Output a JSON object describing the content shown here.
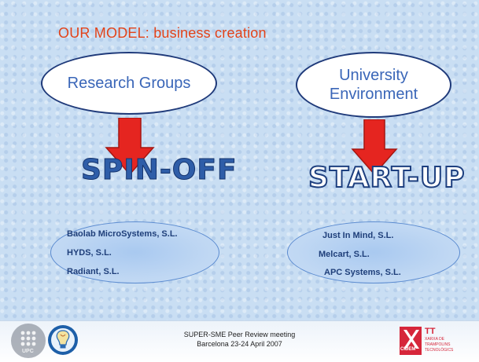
{
  "title": "OUR MODEL: business creation",
  "left": {
    "source": "Research Groups",
    "result": "SPIN-OFF",
    "companies": [
      "Baolab MicroSystems, S.L.",
      "HYDS, S.L.",
      "Radiant, S.L."
    ]
  },
  "right": {
    "source_line1": "University",
    "source_line2": "Environment",
    "result": "START-UP",
    "companies": [
      "Just In Mind, S.L.",
      "Melcart, S.L.",
      "APC Systems, S.L."
    ]
  },
  "footer": {
    "line1": "SUPER-SME Peer Review meeting",
    "line2": "Barcelona 23-24 April 2007",
    "logo_tt": "TT",
    "logo_xarxa1": "XARXA DE",
    "logo_xarxa2": "TRAMPOLINS TECNOLÒGICS",
    "logo_cidem": "CIDEM",
    "upc_label": "UPC"
  },
  "colors": {
    "title": "#e2431a",
    "arrow": "#e52520",
    "ellipse_border": "#1f3a7a",
    "ellipse_text": "#3a66b8"
  }
}
